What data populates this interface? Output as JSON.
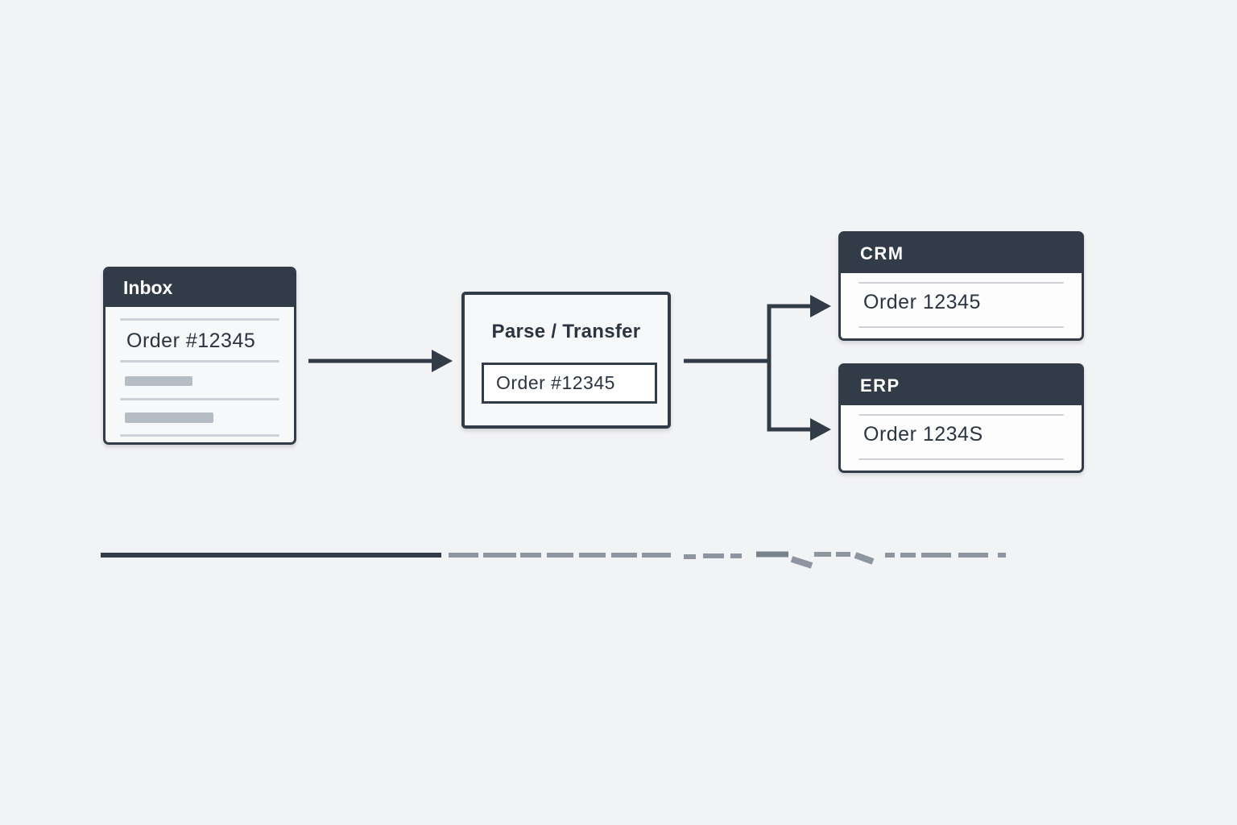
{
  "colors": {
    "dark": "#313c48",
    "background": "#f2f3f5",
    "panel_light": "#f7f8fa",
    "panel_white": "#fdfdfe",
    "placeholder_bar": "#b6bcc6",
    "separator": "#cdd1d7",
    "dash": "#8d95a1",
    "text": "#2b3441"
  },
  "inbox": {
    "title": "Inbox",
    "order_label": "Order #12345"
  },
  "parser": {
    "title": "Parse / Transfer",
    "order_label": "Order #12345"
  },
  "crm": {
    "title": "CRM",
    "order_label": "Order 12345"
  },
  "erp": {
    "title": "ERP",
    "order_label": "Order 1234S"
  }
}
